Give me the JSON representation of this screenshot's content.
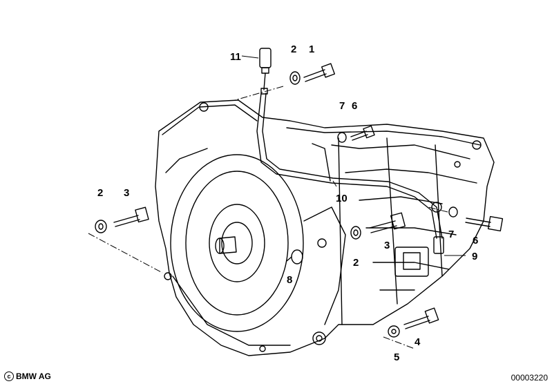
{
  "callouts": {
    "c1": "1",
    "c2_top": "2",
    "c2_left": "2",
    "c2_mid": "2",
    "c3_left": "3",
    "c3_mid": "3",
    "c4": "4",
    "c5": "5",
    "c6_top": "6",
    "c6_right": "6",
    "c7_top": "7",
    "c7_right": "7",
    "c8": "8",
    "c9": "9",
    "c10": "10",
    "c11": "11"
  },
  "footer": {
    "copyright_symbol": "c",
    "copyright_text": "BMW AG",
    "drawing_number": "00003220"
  }
}
